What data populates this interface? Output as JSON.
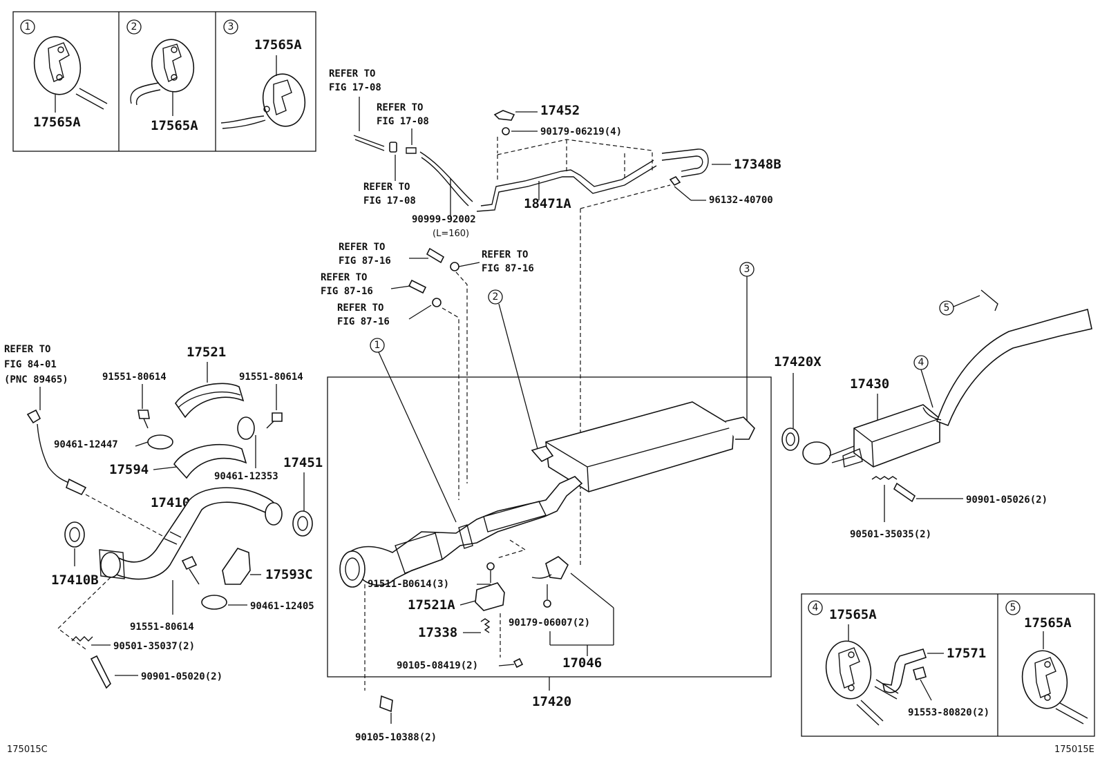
{
  "ref": {
    "a": "REFER TO",
    "fig_17_08": "FIG 17-08",
    "fig_87_16": "FIG 87-16",
    "fig_84_01": "FIG 84-01",
    "pnc": "(PNC 89465)"
  },
  "circles": {
    "c1": "1",
    "c2": "2",
    "c3": "3",
    "c4": "4",
    "c5": "5"
  },
  "parts": {
    "p17565A": "17565A",
    "p17452": "17452",
    "p90179_06219": "90179-06219(4)",
    "p17348B": "17348B",
    "p18471A": "18471A",
    "p96132_40700": "96132-40700",
    "p90999_92002": "90999-92002",
    "l160": "(L=160)",
    "p17521": "17521",
    "p91551_80614": "91551-80614",
    "p90461_12447": "90461-12447",
    "p17594": "17594",
    "p90461_12353": "90461-12353",
    "p17451": "17451",
    "p17410": "17410",
    "p17410B": "17410B",
    "p17593C": "17593C",
    "p90461_12405": "90461-12405",
    "p90501_35037": "90501-35037(2)",
    "p90901_05020": "90901-05020(2)",
    "p91511_B0614": "91511-B0614(3)",
    "p17521A": "17521A",
    "p17338": "17338",
    "p90105_08419": "90105-08419(2)",
    "p90179_06007": "90179-06007(2)",
    "p17046": "17046",
    "p17420": "17420",
    "p90105_10388": "90105-10388(2)",
    "p17420X": "17420X",
    "p17430": "17430",
    "p90901_05026": "90901-05026(2)",
    "p90501_35035": "90501-35035(2)",
    "p17571": "17571",
    "p91553_80820": "91553-80820(2)"
  },
  "codes": {
    "left": "175015C",
    "right": "175015E"
  }
}
